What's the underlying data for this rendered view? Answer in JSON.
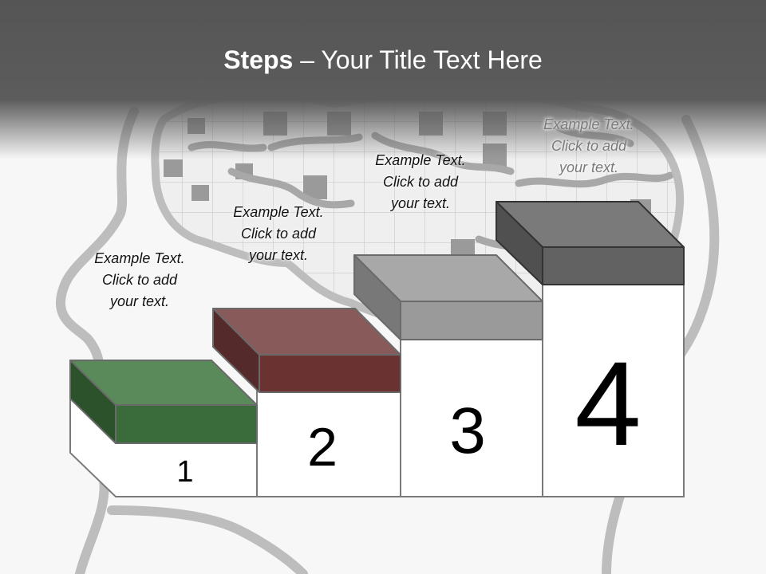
{
  "slide": {
    "title_bold": "Steps",
    "title_rest": " – Your Title Text Here"
  },
  "steps": [
    {
      "number": "1",
      "text_lines": [
        "Example Text.",
        "Click  to add",
        "your text."
      ],
      "color": "#3c6b3c"
    },
    {
      "number": "2",
      "text_lines": [
        "Example Text.",
        "Click  to add",
        "your text."
      ],
      "color": "#6b3232"
    },
    {
      "number": "3",
      "text_lines": [
        "Example Text.",
        "Click  to add",
        "your text."
      ],
      "color": "#a0a0a0"
    },
    {
      "number": "4",
      "text_lines": [
        "Example Text.",
        "Click  to add",
        "your text."
      ],
      "color": "#686868"
    }
  ],
  "colors": {
    "header": "#555555",
    "background": "#f7f7f7",
    "outline": "#777777"
  }
}
